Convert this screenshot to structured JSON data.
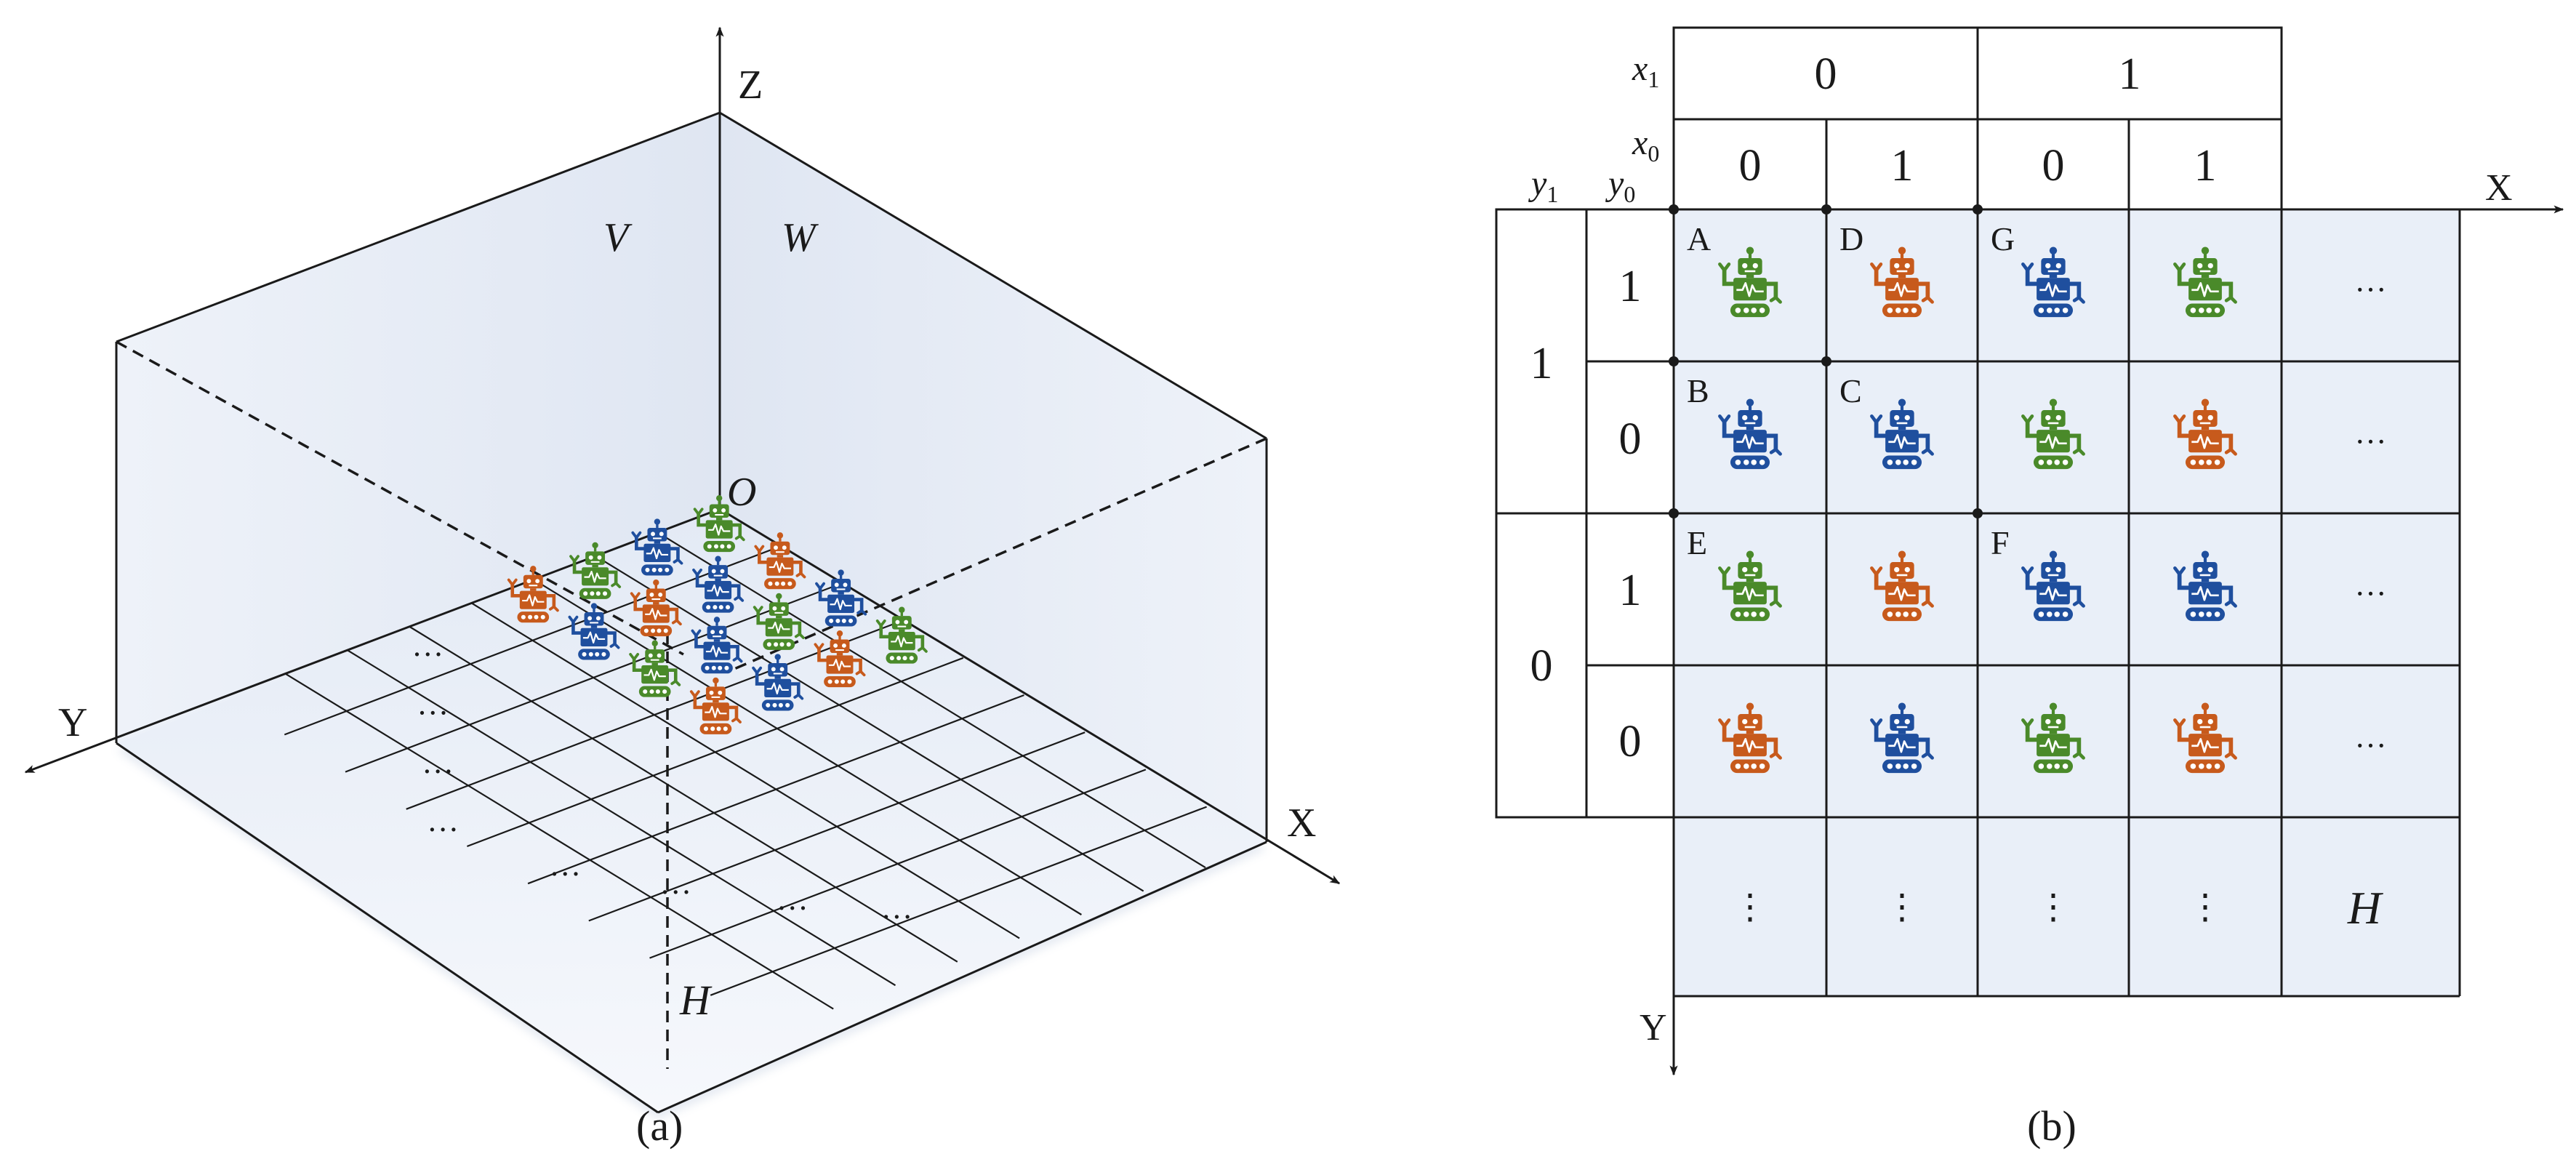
{
  "colors": {
    "green": "#4a8a2a",
    "orange": "#c75a1c",
    "blue": "#1f4f9e",
    "cell_fill": "#e9eff8",
    "wall_fill": "#e4ebf5",
    "line": "#1a1a1a"
  },
  "robot_icon": "robot-icon",
  "panel_a": {
    "caption": "(a)",
    "axis_x": "X",
    "axis_y": "Y",
    "axis_z": "Z",
    "origin": "O",
    "plane_v": "V",
    "plane_w": "W",
    "plane_h": "H",
    "ellipsis": "…",
    "robots": [
      {
        "col": 0,
        "row": 0,
        "color": "green"
      },
      {
        "col": 1,
        "row": 0,
        "color": "orange"
      },
      {
        "col": 1,
        "row": 1,
        "color": "blue"
      },
      {
        "col": 0,
        "row": 1,
        "color": "blue"
      },
      {
        "col": 0,
        "row": 2,
        "color": "green"
      },
      {
        "col": 1,
        "row": 2,
        "color": "orange"
      },
      {
        "col": 0,
        "row": 3,
        "color": "orange"
      },
      {
        "col": 1,
        "row": 3,
        "color": "blue"
      },
      {
        "col": 2,
        "row": 0,
        "color": "blue"
      },
      {
        "col": 2,
        "row": 1,
        "color": "green"
      },
      {
        "col": 2,
        "row": 2,
        "color": "blue"
      },
      {
        "col": 2,
        "row": 3,
        "color": "green"
      },
      {
        "col": 3,
        "row": 0,
        "color": "green"
      },
      {
        "col": 3,
        "row": 1,
        "color": "orange"
      },
      {
        "col": 3,
        "row": 2,
        "color": "blue"
      },
      {
        "col": 3,
        "row": 3,
        "color": "orange"
      }
    ]
  },
  "panel_b": {
    "caption": "(b)",
    "axis_x": "X",
    "axis_y": "Y",
    "label_x1": "x",
    "label_x1_sub": "1",
    "label_x0": "x",
    "label_x0_sub": "0",
    "label_y1": "y",
    "label_y1_sub": "1",
    "label_y0": "y",
    "label_y0_sub": "0",
    "x1_values": [
      "0",
      "1"
    ],
    "x0_values": [
      "0",
      "1",
      "0",
      "1"
    ],
    "y1_values": [
      "1",
      "0"
    ],
    "y0_values": [
      "1",
      "0",
      "1",
      "0"
    ],
    "plane_h": "H",
    "ellipsis_h": "…",
    "ellipsis_v": "⋮",
    "cells": [
      [
        {
          "color": "green",
          "letter": "A"
        },
        {
          "color": "orange",
          "letter": "D"
        },
        {
          "color": "blue",
          "letter": "G"
        },
        {
          "color": "green",
          "letter": ""
        }
      ],
      [
        {
          "color": "blue",
          "letter": "B"
        },
        {
          "color": "blue",
          "letter": "C"
        },
        {
          "color": "green",
          "letter": ""
        },
        {
          "color": "orange",
          "letter": ""
        }
      ],
      [
        {
          "color": "green",
          "letter": "E"
        },
        {
          "color": "orange",
          "letter": ""
        },
        {
          "color": "blue",
          "letter": "F"
        },
        {
          "color": "blue",
          "letter": ""
        }
      ],
      [
        {
          "color": "orange",
          "letter": ""
        },
        {
          "color": "blue",
          "letter": ""
        },
        {
          "color": "green",
          "letter": ""
        },
        {
          "color": "orange",
          "letter": ""
        }
      ]
    ]
  }
}
